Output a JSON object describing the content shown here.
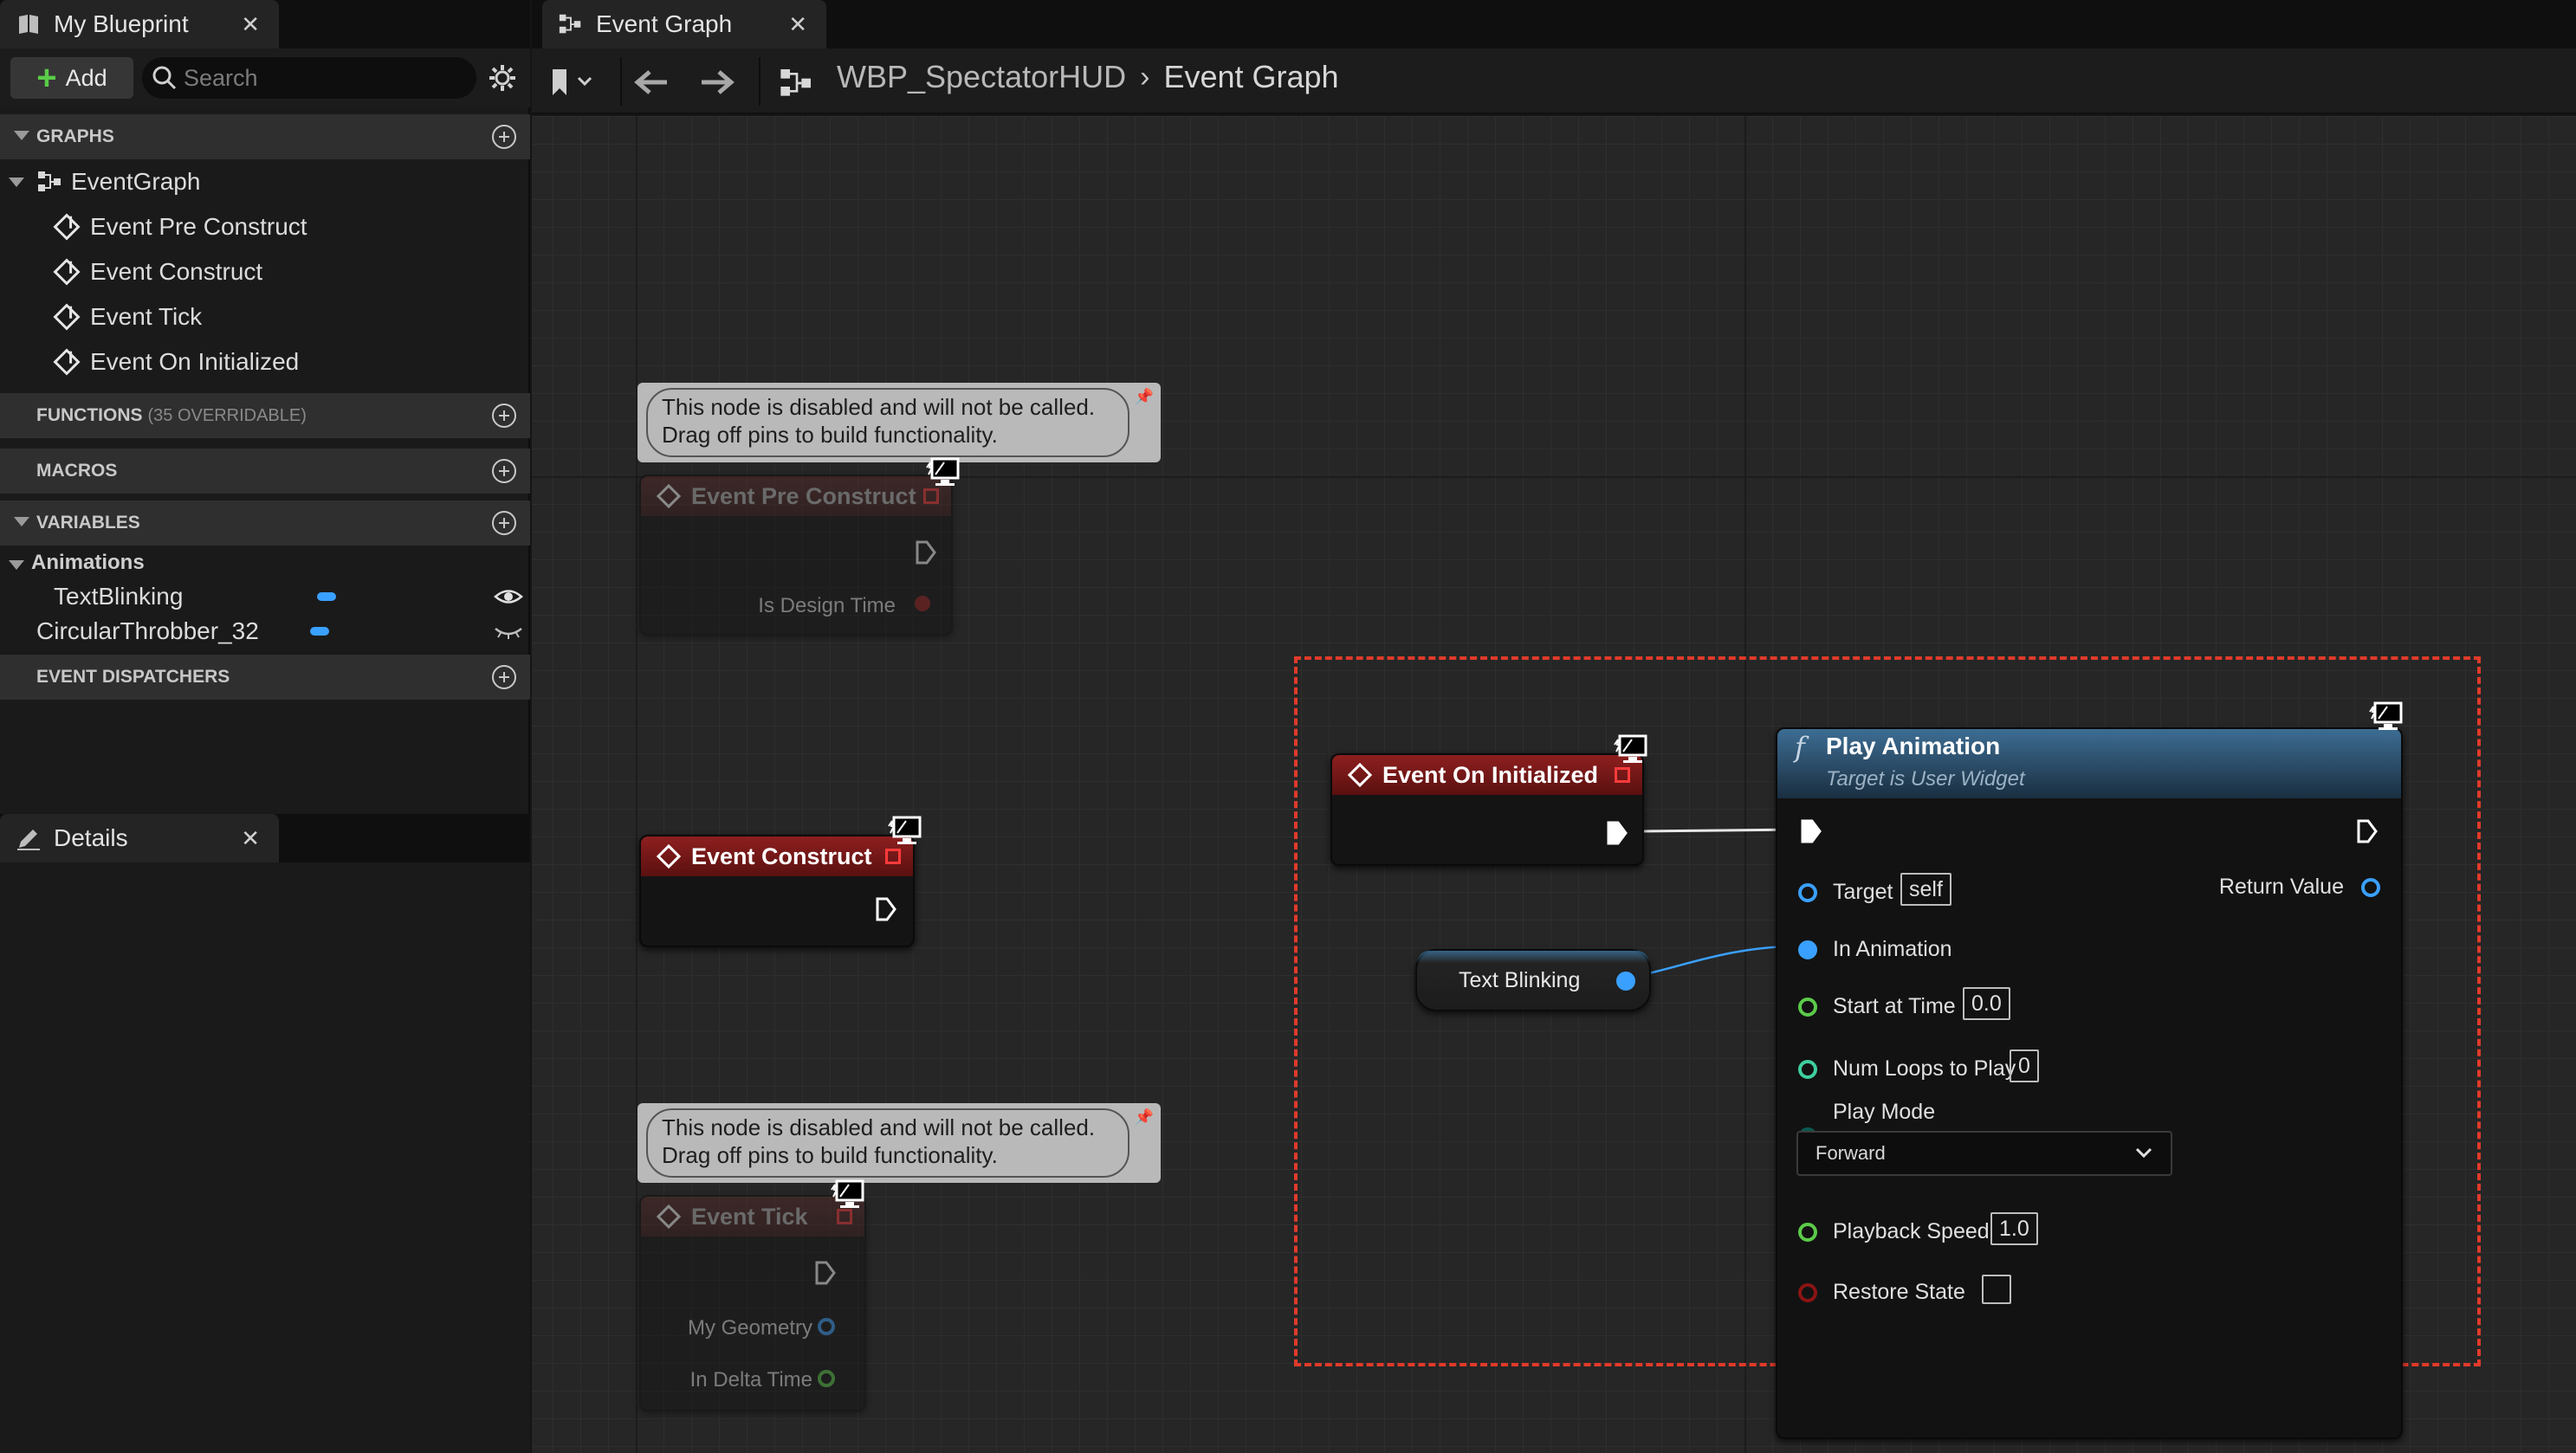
{
  "my_blueprint": {
    "tab_title": "My Blueprint",
    "add_label": "Add",
    "search_placeholder": "Search",
    "sections": {
      "graphs": "GRAPHS",
      "functions": "FUNCTIONS",
      "functions_sub": "(35 OVERRIDABLE)",
      "macros": "MACROS",
      "variables": "VARIABLES",
      "event_dispatchers": "EVENT DISPATCHERS"
    },
    "event_graph": "EventGraph",
    "events": [
      "Event Pre Construct",
      "Event Construct",
      "Event Tick",
      "Event On Initialized"
    ],
    "animations_category": "Animations",
    "animation_vars": [
      "TextBlinking",
      "CircularThrobber_32"
    ]
  },
  "details": {
    "tab_title": "Details"
  },
  "editor": {
    "tab_title": "Event Graph",
    "breadcrumb_root": "WBP_SpectatorHUD",
    "breadcrumb_current": "Event Graph"
  },
  "graph": {
    "disabled_comment_line1": "This node is disabled and will not be called.",
    "disabled_comment_line2": "Drag off pins to build functionality.",
    "pre_construct": {
      "title": "Event Pre Construct",
      "pin": "Is Design Time"
    },
    "construct": {
      "title": "Event Construct"
    },
    "tick": {
      "title": "Event Tick",
      "pin1": "My Geometry",
      "pin2": "In Delta Time"
    },
    "on_initialized": {
      "title": "Event On Initialized"
    },
    "var_node": "Text Blinking",
    "play_animation": {
      "title": "Play Animation",
      "subtitle": "Target is User Widget",
      "target_label": "Target",
      "target_value": "self",
      "return_value": "Return Value",
      "in_animation": "In Animation",
      "start_time_label": "Start at Time",
      "start_time_value": "0.0",
      "num_loops_label": "Num Loops to Play",
      "num_loops_value": "0",
      "play_mode_label": "Play Mode",
      "play_mode_value": "Forward",
      "playback_speed_label": "Playback Speed",
      "playback_speed_value": "1.0",
      "restore_state_label": "Restore State"
    }
  },
  "colors": {
    "event_header": "#8e1f1f",
    "function_header": "#3d6d93",
    "object_pin": "#3aa0ff",
    "float_pin": "#5bcb49",
    "bool_pin": "#9b1f1f",
    "selection": "#e03a2a"
  }
}
